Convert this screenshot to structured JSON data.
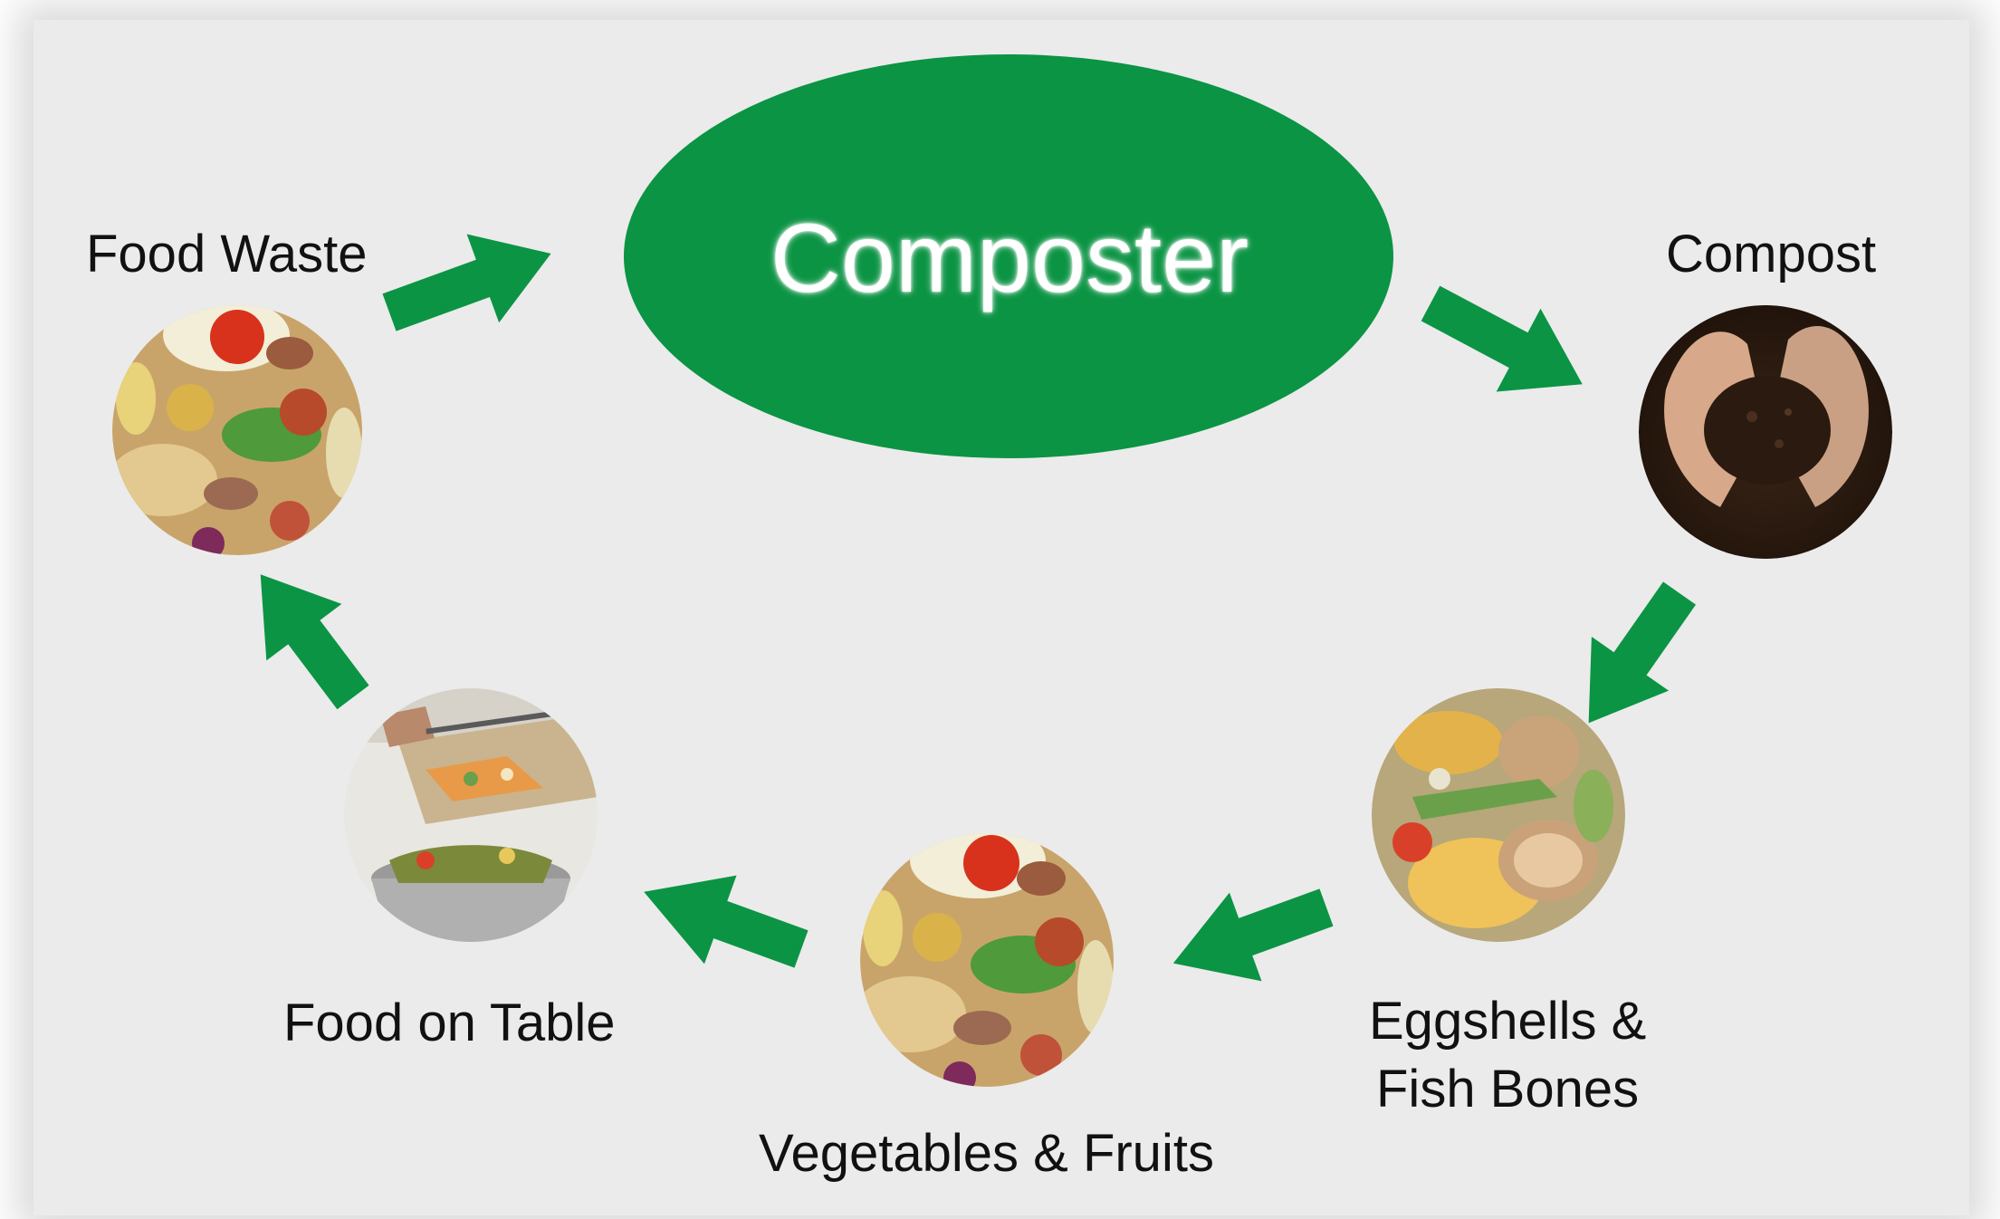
{
  "composter": {
    "label": "Composter",
    "color": "#0b9444"
  },
  "colors": {
    "arrow": "#0b9444",
    "background": "#ebebeb",
    "text": "#111111"
  },
  "stages": [
    {
      "id": "food-waste",
      "label": "Food Waste",
      "image": "food-scraps-photo"
    },
    {
      "id": "compost",
      "label": "Compost",
      "image": "hands-holding-soil-photo"
    },
    {
      "id": "eggshells",
      "label_lines": [
        "Eggshells &",
        "Fish Bones"
      ],
      "image": "eggshells-scraps-photo"
    },
    {
      "id": "veg-fruits",
      "label": "Vegetables & Fruits",
      "image": "vegetable-fruit-scraps-photo"
    },
    {
      "id": "food-on-table",
      "label": "Food on Table",
      "image": "scraping-board-into-bin-photo"
    }
  ]
}
